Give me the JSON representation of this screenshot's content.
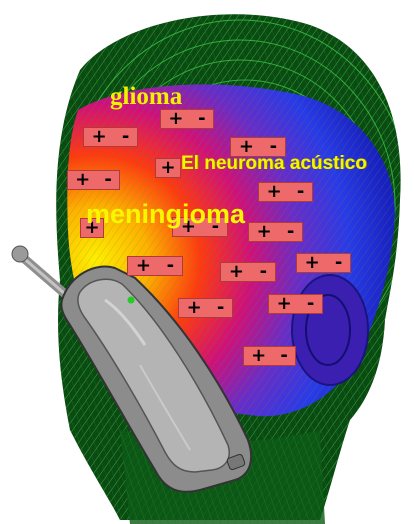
{
  "labels": {
    "glioma": "glioma",
    "neuroma": "El neuroma acústico",
    "meningioma": "meningioma"
  },
  "charge": {
    "plus": "+",
    "minus": "-"
  },
  "colors": {
    "mesh": "#1f8f2a",
    "charge_fill": "#ee6a6a",
    "label_yellow": "#f5f500",
    "phone_body": "#8a8a8a",
    "phone_light": "#22cc22"
  }
}
